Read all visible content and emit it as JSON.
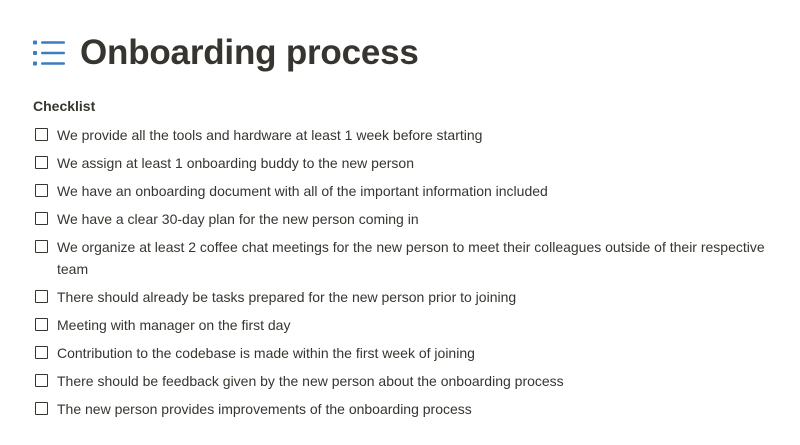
{
  "page": {
    "icon": "bulleted-list-icon",
    "title": "Onboarding process",
    "accent_color": "#3a7ebf"
  },
  "checklist": {
    "heading": "Checklist",
    "items": [
      {
        "label": "We provide all the tools and hardware at least 1 week before starting",
        "checked": false
      },
      {
        "label": "We assign at least 1 onboarding buddy to the new person",
        "checked": false
      },
      {
        "label": "We have an onboarding document with all of the important information included",
        "checked": false
      },
      {
        "label": "We have a clear 30-day plan for the new person coming in",
        "checked": false
      },
      {
        "label": "We organize at least 2 coffee chat meetings for the new person to meet their colleagues outside of their respective team",
        "checked": false
      },
      {
        "label": "There should already be tasks prepared for the new person prior to joining",
        "checked": false
      },
      {
        "label": "Meeting with manager on the first day",
        "checked": false
      },
      {
        "label": "Contribution to the codebase is made within the first week of joining",
        "checked": false
      },
      {
        "label": "There should be feedback given by the new person about the onboarding process",
        "checked": false
      },
      {
        "label": "The new person provides improvements of the onboarding process",
        "checked": false
      }
    ]
  }
}
